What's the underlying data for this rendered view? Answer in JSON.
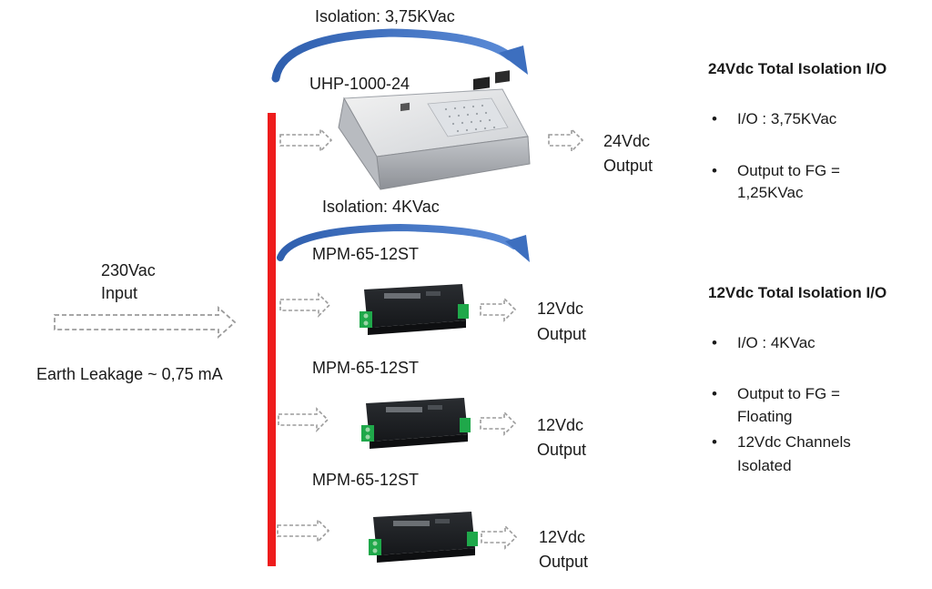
{
  "colors": {
    "bus": "#ee1c1c",
    "arc": "#3d6fbf",
    "arrow": "#9b9b9b"
  },
  "input": {
    "voltage": "230Vac",
    "label": "Input",
    "leakage": "Earth Leakage ~ 0,75 mA"
  },
  "top": {
    "isolation": "Isolation: 3,75KVac",
    "model": "UHP-1000-24",
    "out_voltage": "24Vdc",
    "out_label": "Output"
  },
  "mid": {
    "isolation": "Isolation: 4KVac",
    "modules": [
      {
        "model": "MPM-65-12ST",
        "out_voltage": "12Vdc",
        "out_label": "Output"
      },
      {
        "model": "MPM-65-12ST",
        "out_voltage": "12Vdc",
        "out_label": "Output"
      },
      {
        "model": "MPM-65-12ST",
        "out_voltage": "12Vdc",
        "out_label": "Output"
      }
    ]
  },
  "panel24": {
    "title": "24Vdc Total Isolation I/O",
    "bullets": [
      "I/O : 3,75KVac",
      "Output to FG =",
      "1,25KVac"
    ]
  },
  "panel12": {
    "title": "12Vdc Total Isolation I/O",
    "bullets": [
      "I/O : 4KVac",
      "Output to FG =",
      "Floating",
      "12Vdc Channels",
      "Isolated"
    ]
  }
}
